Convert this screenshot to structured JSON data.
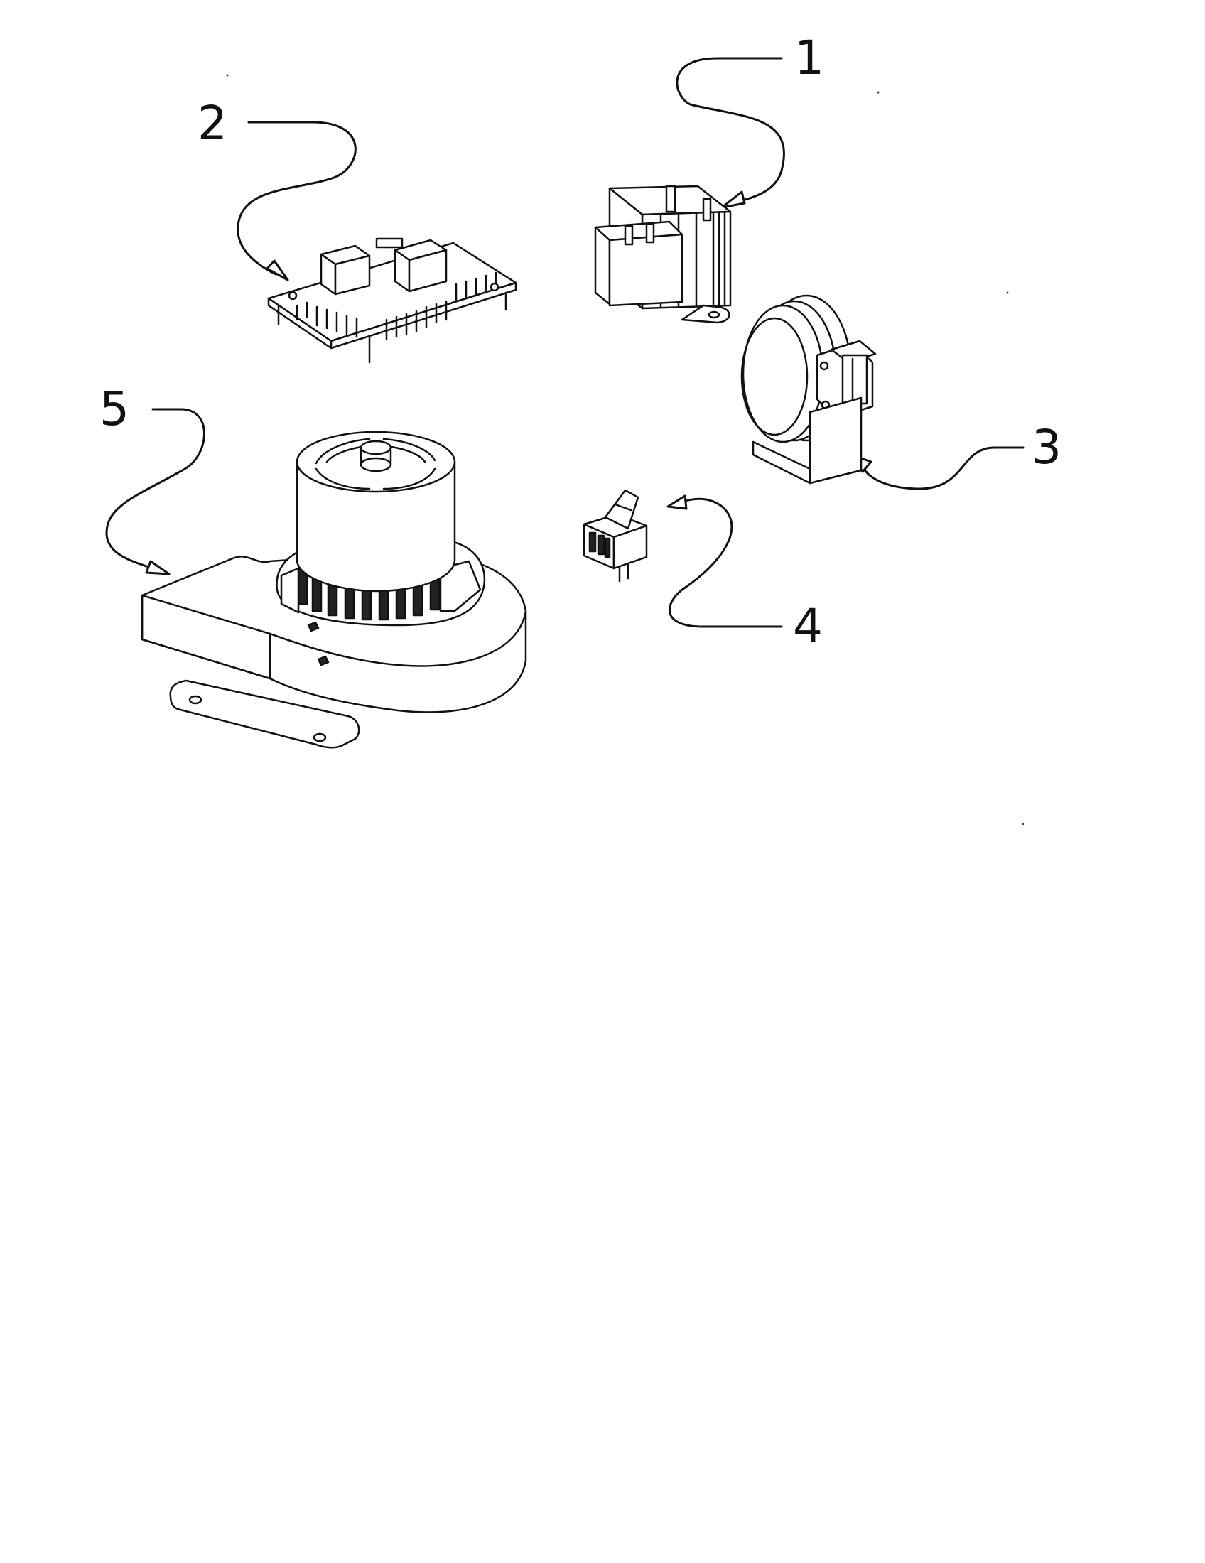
{
  "diagram": {
    "callouts": [
      {
        "id": "1",
        "label": "1",
        "part": "transformer"
      },
      {
        "id": "2",
        "label": "2",
        "part": "control-board"
      },
      {
        "id": "3",
        "label": "3",
        "part": "pressure-switch"
      },
      {
        "id": "4",
        "label": "4",
        "part": "rocker-switch"
      },
      {
        "id": "5",
        "label": "5",
        "part": "blower-motor"
      }
    ],
    "colors": {
      "line": "#111111",
      "background": "#ffffff"
    }
  }
}
